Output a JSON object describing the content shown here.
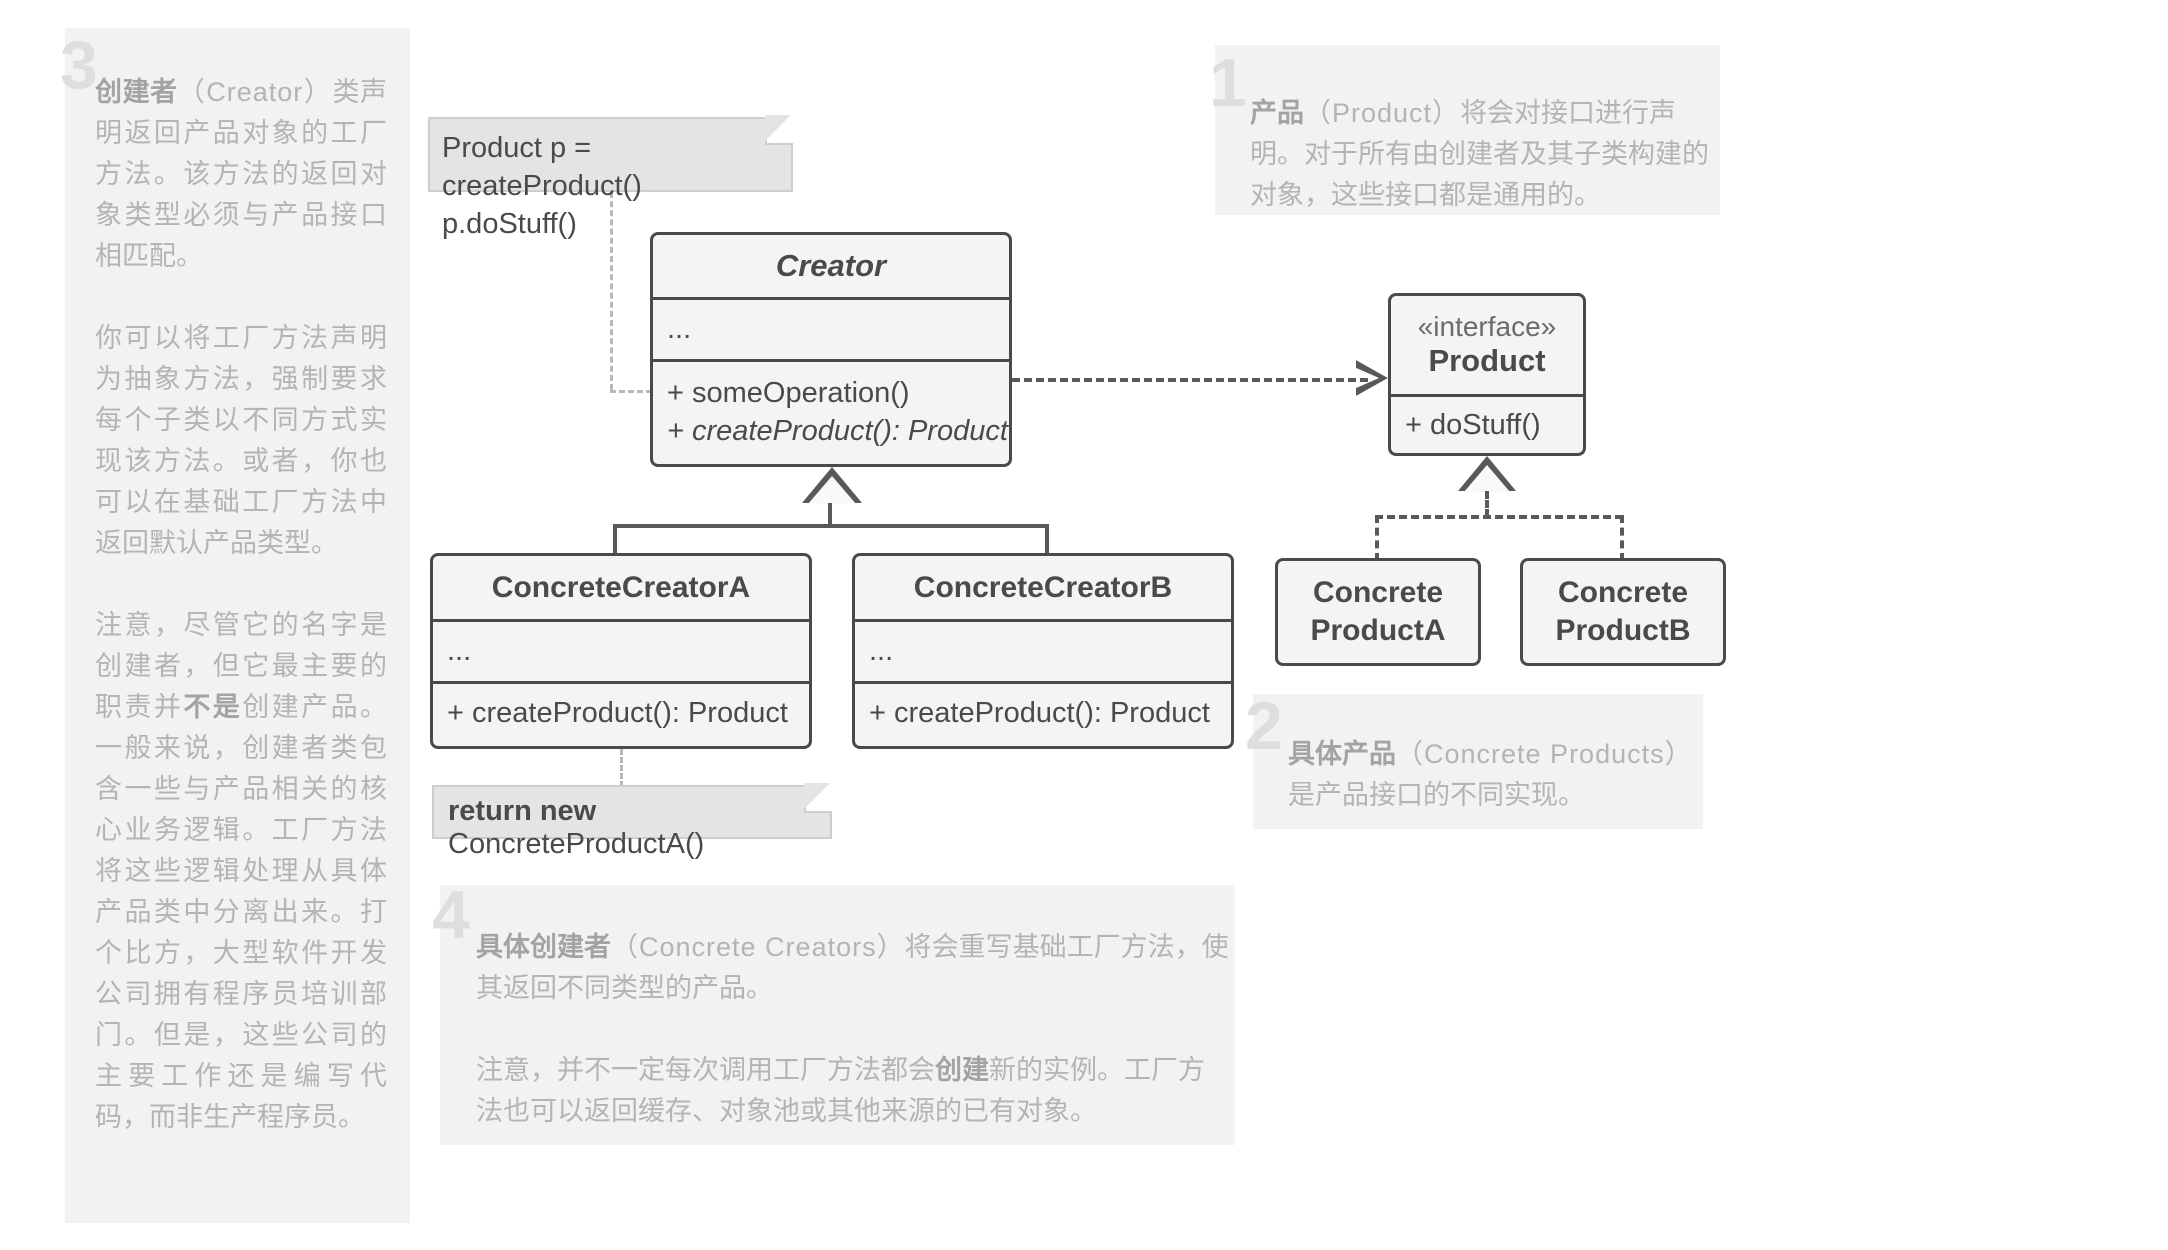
{
  "annotations": [
    {
      "id": "3",
      "number": "3",
      "paragraphs": [
        "创建者（Creator）类声明返回产品对象的工厂方法。该方法的返回对象类型必须与产品接口相匹配。",
        "你可以将工厂方法声明为抽象方法，强制要求每个子类以不同方式实现该方法。或者，你也可以在基础工厂方法中返回默认产品类型。",
        "注意，尽管它的名字是创建者，但它最主要的职责并不是创建产品。一般来说，创建者类包含一些与产品相关的核心业务逻辑。工厂方法将这些逻辑处理从具体产品类中分离出来。打个比方，大型软件开发公司拥有程序员培训部门。但是，这些公司的主要工作还是编写代码，而非生产程序员。"
      ],
      "bold_terms": [
        "创建者",
        "不是"
      ]
    },
    {
      "id": "1",
      "number": "1",
      "bold_lead": "产品",
      "latin": "（Product）",
      "body": "将会对接口进行声明。对于所有由创建者及其子类构建的对象，这些接口都是通用的。"
    },
    {
      "id": "2",
      "number": "2",
      "bold_lead": "具体产品",
      "latin": "（Concrete Products）",
      "body": "是产品接口的不同实现。"
    },
    {
      "id": "4",
      "number": "4",
      "bold_lead": "具体创建者",
      "latin": "（Concrete Creators）",
      "body": "将会重写基础工厂方法，使其返回不同类型的产品。",
      "body2_a": "注意，并不一定每次调用工厂方法都会",
      "body2_bold": "创建",
      "body2_b": "新的实例。工厂方法也可以返回缓存、对象池或其他来源的已有对象。"
    }
  ],
  "notes": {
    "top": {
      "line1": "Product p = createProduct()",
      "line2": "p.doStuff()"
    },
    "bottom": {
      "keyword": "return new",
      "expr": " ConcreteProductA()"
    }
  },
  "classes": {
    "creator": {
      "name": "Creator",
      "attributes": "...",
      "operations": [
        "+ someOperation()",
        "+ createProduct(): Product"
      ]
    },
    "product": {
      "stereotype": "«interface»",
      "name": "Product",
      "operations": [
        "+ doStuff()"
      ]
    },
    "concrete_creator_a": {
      "name": "ConcreteCreatorA",
      "attributes": "...",
      "operations": [
        "+ createProduct(): Product"
      ]
    },
    "concrete_creator_b": {
      "name": "ConcreteCreatorB",
      "attributes": "...",
      "operations": [
        "+ createProduct(): Product"
      ]
    },
    "concrete_product_a": {
      "line1": "Concrete",
      "line2": "ProductA"
    },
    "concrete_product_b": {
      "line1": "Concrete",
      "line2": "ProductB"
    }
  },
  "colors": {
    "box_border": "#4a4a4a",
    "box_fill": "#f4f4f4",
    "note_fill": "#e4e4e4",
    "note_border": "#cdcdcd",
    "panel_fill": "#f2f2f2",
    "panel_text": "#b4b4b4",
    "panel_number": "#dedede",
    "connector": "#595959"
  }
}
